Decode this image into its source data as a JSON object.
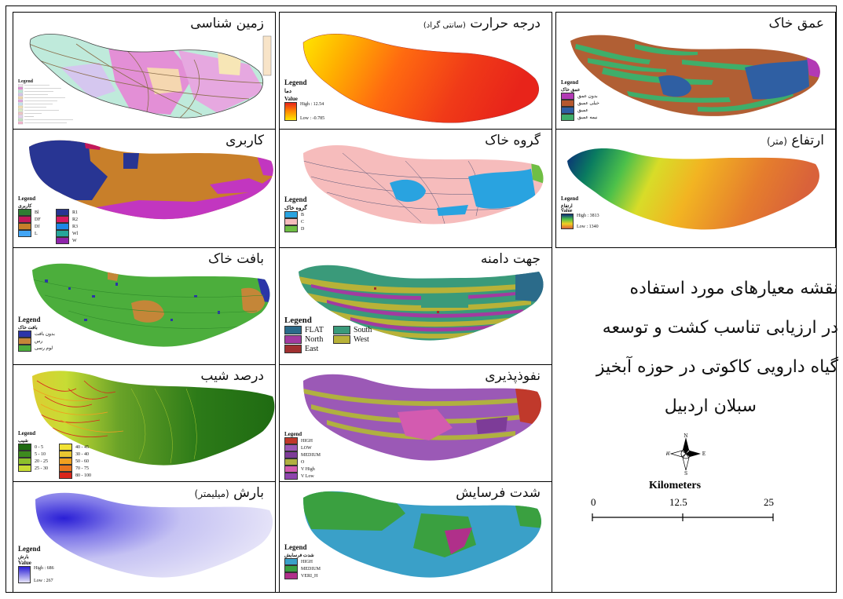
{
  "colors": {
    "frame": "#000000",
    "low_blue": "#1e2f8f",
    "high_red": "#e0301e",
    "pink": "#f4c2c2"
  },
  "panels": {
    "geology": {
      "title": "زمین شناسی",
      "legend_title": "Legend"
    },
    "temperature": {
      "title": "درجه حرارت",
      "title_sub": "(سانتی گراد)",
      "legend_title": "Legend",
      "legend_sub": "دما",
      "value_label": "Value",
      "high_label": "High : 12.54",
      "low_label": "Low : -0.785"
    },
    "soil_depth": {
      "title": "عمق خاک",
      "legend_title": "Legend",
      "legend_sub": "عمق خاک",
      "items": [
        {
          "label": "بدون عمق",
          "color": "#b23ab5"
        },
        {
          "label": "خیلی عمیق",
          "color": "#b5582f"
        },
        {
          "label": "عمیق",
          "color": "#2f5fa3"
        },
        {
          "label": "نیمه عمیق",
          "color": "#3fae6a"
        }
      ]
    },
    "landuse": {
      "title": "کاربری",
      "legend_title": "Legend",
      "legend_sub": "کاربری",
      "items": [
        {
          "label": "Bl",
          "color": "#2e7d32"
        },
        {
          "label": "R1",
          "color": "#283593"
        },
        {
          "label": "DF",
          "color": "#c2185b"
        },
        {
          "label": "R2",
          "color": "#d81b60"
        },
        {
          "label": "Df",
          "color": "#c87f2a"
        },
        {
          "label": "R3",
          "color": "#1e88e5"
        },
        {
          "label": "L",
          "color": "#42a5f5"
        },
        {
          "label": "Wl",
          "color": "#26a69a"
        },
        {
          "label": "",
          "color": "#ffffff"
        },
        {
          "label": "W",
          "color": "#8e24aa"
        }
      ]
    },
    "soil_group": {
      "title": "گروه خاک",
      "legend_title": "Legend",
      "legend_sub": "گروه خاک",
      "items": [
        {
          "label": "B",
          "color": "#29a3e0"
        },
        {
          "label": "C",
          "color": "#f6bcbc"
        },
        {
          "label": "D",
          "color": "#6fbf44"
        }
      ]
    },
    "elevation": {
      "title": "ارتفاع",
      "title_sub": "(متر)",
      "legend_title": "Legend",
      "legend_sub": "ارتفاع",
      "value_label": "Value",
      "high_label": "High : 3813",
      "low_label": "Low : 1340"
    },
    "texture": {
      "title": "بافت خاک",
      "legend_title": "Legend",
      "legend_sub": "بافت خاک",
      "items": [
        {
          "label": "بدون بافت",
          "color": "#2b35a8"
        },
        {
          "label": "رس",
          "color": "#c48638"
        },
        {
          "label": "لوم رسی",
          "color": "#4cae3c"
        }
      ]
    },
    "aspect": {
      "title": "جهت دامنه",
      "legend_title": "Legend",
      "items": [
        {
          "label": "FLAT",
          "color": "#2b6b8a"
        },
        {
          "label": "South",
          "color": "#3a9a7a"
        },
        {
          "label": "North",
          "color": "#a23ba0"
        },
        {
          "label": "West",
          "color": "#b8b238"
        },
        {
          "label": "East",
          "color": "#a03030"
        },
        {
          "label": "",
          "color": "#ffffff"
        }
      ]
    },
    "slope": {
      "title": "درصد شیب",
      "legend_title": "Legend",
      "legend_sub": "شیب",
      "items": [
        {
          "label": "0 - 5",
          "color": "#1f6b12"
        },
        {
          "label": "40 - 45",
          "color": "#f2e233"
        },
        {
          "label": "5 - 10",
          "color": "#3d8a1e"
        },
        {
          "label": "30 - 40",
          "color": "#e8c631"
        },
        {
          "label": "20 - 25",
          "color": "#8cbf2c"
        },
        {
          "label": "50 - 60",
          "color": "#f0a020"
        },
        {
          "label": "25 - 30",
          "color": "#c7dc34"
        },
        {
          "label": "70 - 75",
          "color": "#e8741d"
        },
        {
          "label": "",
          "color": "#ffffff"
        },
        {
          "label": "80 - 100",
          "color": "#d9261c"
        }
      ]
    },
    "permeability": {
      "title": "نفوذپذیری",
      "legend_title": "Legend",
      "items": [
        {
          "label": "HIGH",
          "color": "#c0392b"
        },
        {
          "label": "LOW",
          "color": "#9b59b6"
        },
        {
          "label": "MEDIUM",
          "color": "#7d3c98"
        },
        {
          "label": "O",
          "color": "#b0b040"
        },
        {
          "label": "V High",
          "color": "#d35bb0"
        },
        {
          "label": "V Low",
          "color": "#8e44ad"
        }
      ]
    },
    "rainfall": {
      "title": "بارش",
      "title_sub": "(میلیمتر)",
      "legend_title": "Legend",
      "legend_sub": "بارش",
      "value_label": "Value",
      "high_label": "High : 686",
      "low_label": "Low : 267"
    },
    "erosion": {
      "title": "شدت فرسایش",
      "legend_title": "Legend",
      "legend_sub": "شدت فرسایش",
      "items": [
        {
          "label": "HIGH",
          "color": "#3aa0c8"
        },
        {
          "label": "MEDIUM",
          "color": "#3aa040"
        },
        {
          "label": "VERI_H",
          "color": "#b0308a"
        }
      ]
    }
  },
  "heading": {
    "lines": [
      "نقشه معیارهای مورد استفاده",
      "در ارزیابی تناسب کشت و توسعه",
      "گیاه دارویی کاکوتی در حوزه آبخیز",
      "سبلان اردبیل"
    ]
  },
  "north_arrow": {
    "N": "N",
    "E": "E",
    "S": "S",
    "W": "W"
  },
  "scale": {
    "title": "Kilometers",
    "ticks": [
      "0",
      "12.5",
      "25"
    ]
  }
}
